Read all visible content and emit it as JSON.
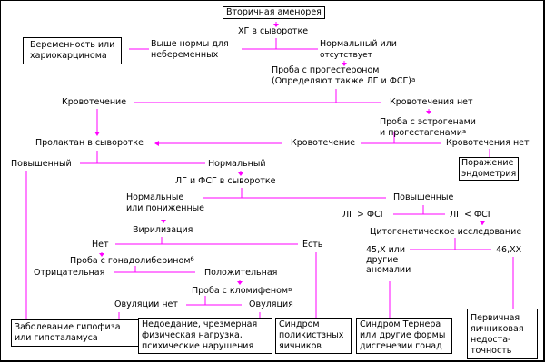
{
  "diagram": {
    "line_color": "#ff00ff",
    "nodes": {
      "root": "Вторичная аменорея",
      "hcg": "ХГ в сыворотке",
      "above_normal_1": "Выше нормы для",
      "above_normal_2": "небеременных",
      "pregnancy_1": "Беременность или",
      "pregnancy_2": "хариокарцинома",
      "normal_absent_1": "Нормальный или",
      "normal_absent_2": "отсутствует",
      "progesterone_1": "Проба с прогестероном",
      "progesterone_2": "(Определяют также ЛГ и ФСГ)",
      "progesterone_note": "а",
      "bleeding_1": "Кровотечение",
      "no_bleeding_1": "Кровотечения нет",
      "estrogen_1": "Проба с эстрогенами",
      "estrogen_2": "и прогестагенами",
      "estrogen_note": "а",
      "bleeding_2": "Кровотечение",
      "no_bleeding_2": "Кровотечения нет",
      "endometrium_1": "Поражение",
      "endometrium_2": "эндометрия",
      "prolactin": "Пролактан в сыворотке",
      "elevated": "Повышенный",
      "normal": "Нормальный",
      "lh_fsh": "ЛГ и ФСГ в сыворотке",
      "normal_low_1": "Нормальные",
      "normal_low_2": "или пониженные",
      "raised": "Повышенные",
      "lh_gt_fsh": "ЛГ > ФСГ",
      "lh_lt_fsh": "ЛГ < ФСГ",
      "cytogenetic": "Цитогенетическое исследование",
      "karyo_45_1": "45,Х или",
      "karyo_45_2": "другие",
      "karyo_45_3": "аномалии",
      "karyo_46": "46,ХХ",
      "virilization": "Вирилизация",
      "no": "Нет",
      "yes": "Есть",
      "gnrh": "Проба с гонадолиберином",
      "gnrh_note": "б",
      "negative": "Отрицательная",
      "positive": "Положительная",
      "clomiphene": "Проба с кломифеном",
      "clomiphene_note": "в",
      "no_ovulation": "Овуляции нет",
      "ovulation": "Овуляция"
    },
    "outcomes": {
      "pituitary_1": "Заболевание гипофиза",
      "pituitary_2": "или гипоталамуса",
      "malnutrition_1": "Недоедание, чрезмерная",
      "malnutrition_2": "физическая нагрузка,",
      "malnutrition_3": "психические нарушения",
      "pcos_1": "Синдром",
      "pcos_2": "поликистзных",
      "pcos_3": "яичников",
      "turner_1": "Синдром Тернера",
      "turner_2": "или другие формы",
      "turner_3": "дисгенезии гонад",
      "ovarian_1": "Первичная",
      "ovarian_2": "яичниковая",
      "ovarian_3": "недоста-",
      "ovarian_4": "точность"
    }
  }
}
